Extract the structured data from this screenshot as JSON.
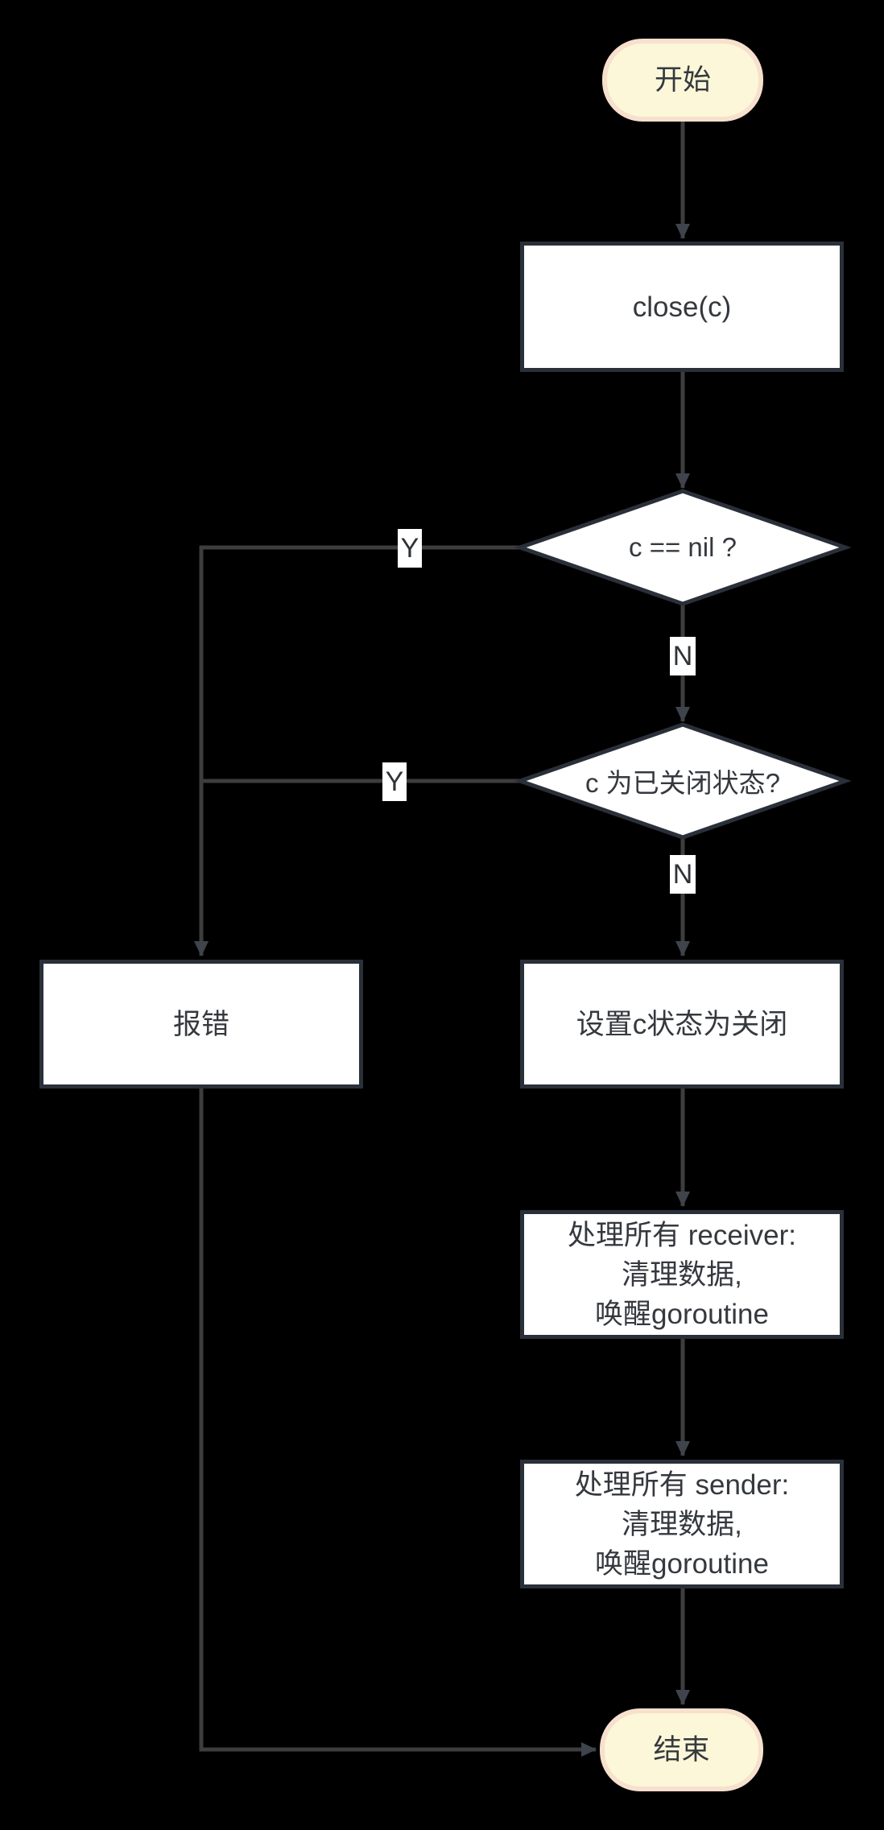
{
  "diagram": {
    "type": "flowchart",
    "colors": {
      "background": "#000000",
      "node_fill": "#ffffff",
      "node_border": "#2a3039",
      "terminal_fill": "#fcf7d8",
      "terminal_border": "#f7e0cd",
      "edge_line": "#3d3d3d",
      "arrowhead": "#3f444c",
      "text": "#35393e"
    },
    "nodes": {
      "start": {
        "type": "terminal",
        "label": "开始"
      },
      "close_call": {
        "type": "process",
        "label": "close(c)"
      },
      "nil_check": {
        "type": "decision",
        "label": "c == nil ?"
      },
      "closed_check": {
        "type": "decision",
        "label": "c 为已关闭状态?"
      },
      "report_error": {
        "type": "process",
        "label": "报错"
      },
      "set_closed": {
        "type": "process",
        "label": "设置c状态为关闭"
      },
      "handle_receivers": {
        "type": "process",
        "lines": [
          "处理所有 receiver:",
          "清理数据,",
          "唤醒goroutine"
        ]
      },
      "handle_senders": {
        "type": "process",
        "lines": [
          "处理所有 sender:",
          "清理数据,",
          "唤醒goroutine"
        ]
      },
      "end": {
        "type": "terminal",
        "label": "结束"
      }
    },
    "edge_labels": {
      "nil_yes": "Y",
      "nil_no": "N",
      "closed_yes": "Y",
      "closed_no": "N"
    },
    "edges": [
      {
        "from": "start",
        "to": "close_call",
        "label": ""
      },
      {
        "from": "close_call",
        "to": "nil_check",
        "label": ""
      },
      {
        "from": "nil_check",
        "to": "report_error",
        "label": "Y"
      },
      {
        "from": "nil_check",
        "to": "closed_check",
        "label": "N"
      },
      {
        "from": "closed_check",
        "to": "report_error",
        "label": "Y"
      },
      {
        "from": "closed_check",
        "to": "set_closed",
        "label": "N"
      },
      {
        "from": "set_closed",
        "to": "handle_receivers",
        "label": ""
      },
      {
        "from": "handle_receivers",
        "to": "handle_senders",
        "label": ""
      },
      {
        "from": "handle_senders",
        "to": "end",
        "label": ""
      },
      {
        "from": "report_error",
        "to": "end",
        "label": ""
      }
    ]
  }
}
